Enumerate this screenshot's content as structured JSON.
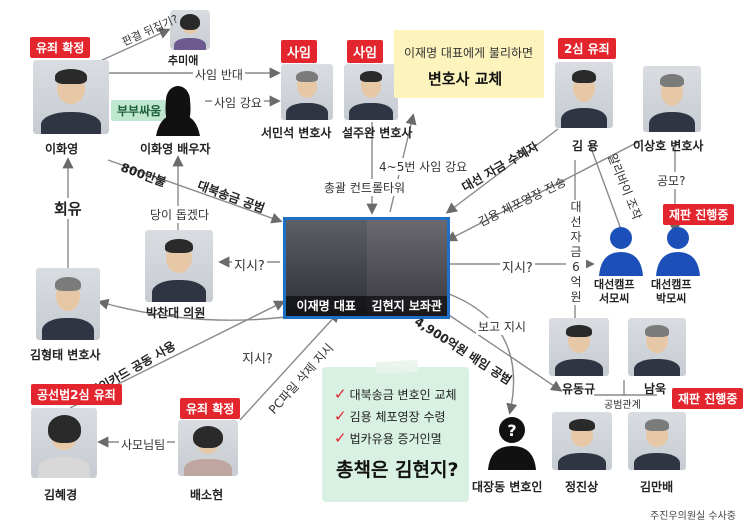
{
  "people": {
    "lee_hwayoung": "이화영",
    "choo_miae": "추미애",
    "lee_spouse": "이화영 배우자",
    "seo_minseok": "서민석 변호사",
    "seol_juwan": "설주완 변호사",
    "kim_yong": "김 용",
    "lee_sanghoon": "이상호 변호사",
    "park_chandae": "박찬대 의원",
    "kim_hyungtae": "김형태 변호사",
    "center_lee": "이재명 대표",
    "center_kim": "김현지 보좌관",
    "seo_camp": "대선캠프\n서모씨",
    "park_camp": "대선캠프\n박모씨",
    "yoo_donggyu": "유동규",
    "nam_wook": "남욱",
    "kim_hyekyung": "김혜경",
    "bae_sohyun": "배소현",
    "daejang_lawyer": "대장동 변호인",
    "jung_minsang": "정진상",
    "kim_manbae": "김만배"
  },
  "badges": {
    "convicted": "유죄 확정",
    "couple_fight": "부부싸움",
    "resigned1": "사임",
    "resigned2": "사임",
    "second_trial": "2심 유죄",
    "on_trial1": "재판 진행중",
    "on_trial2": "재판 진행중",
    "election_law": "공선법2심 유죄",
    "convicted2": "유죄 확정"
  },
  "note": {
    "line1": "이재명 대표에게 불리하면",
    "line2": "변호사 교체"
  },
  "labels": {
    "overturn": "판결 뒤집기?",
    "resign_against": "사임 반대",
    "resign_force": "사임 강요",
    "force_resign_45": "4~5번 사임 강요",
    "control_tower": "총괄 컨트롤타워",
    "funds_to_campaign": "대선 자금 수혜자",
    "kim_arrest_leak": "김용 체포영장 전송",
    "alibi": "알리바이 조작",
    "public_offer": "공모?",
    "eight_million": "800만불",
    "transfer_conspiracy": "대북송금 공범",
    "hoeyu": "회유",
    "party_told": "당이 돕겠다",
    "order_q1": "지시?",
    "order_q2": "지시?",
    "order_q3": "지시?",
    "report_order": "보고 지시",
    "campaign_funds": "대선 자금 6억원",
    "breach_conspiracy": "4,900억원 배임 공범",
    "card_conspiracy": "법인카드 공동 사용",
    "pc_delete": "PC파일 삭제 지시",
    "sado_nimtim": "사모님팀",
    "relation": "공범관계"
  },
  "summary": {
    "item1": "대북송금 변호인 교체",
    "item2": "김용 체포영장 수령",
    "item3": "법카유용 증거인멸",
    "headline": "총책은 김현지?"
  },
  "credit": "주진우의원실 수사중",
  "colors": {
    "accent_red": "#e3262e",
    "accent_blue": "#1f6fc4",
    "note_yellow": "#fdf3bd",
    "summary_green": "#d8f1e2"
  }
}
